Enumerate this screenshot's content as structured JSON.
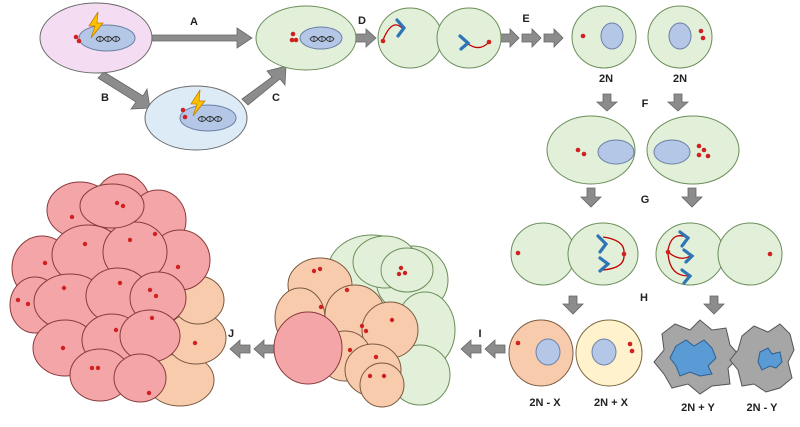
{
  "step_labels": {
    "a": "A",
    "b": "B",
    "c": "C",
    "d": "D",
    "e": "E",
    "f": "F",
    "g": "G",
    "h": "H",
    "i": "I",
    "j": "J"
  },
  "ploidy_labels": {
    "daughter_left": "2N",
    "daughter_right": "2N",
    "minus_x": "2N - X",
    "plus_x": "2N + X",
    "plus_y": "2N + Y",
    "minus_y": "2N - Y"
  },
  "colors": {
    "normal_cell": "#e2f0d9",
    "normal_stroke": "#6b8e5a",
    "initial_cell": "#f4dcf2",
    "mutated_cell": "#ddebf7",
    "nucleus": "#b4c7e7",
    "centrosome": "#d02020",
    "chromosome": "#2e75b6",
    "spindle": "#c00000",
    "arrow": "#8c8c8c",
    "orange_cell": "#f8cbad",
    "yellow_cell": "#fff2cc",
    "red_cell": "#f4a5a8",
    "dead_cell": "#8c8c8c"
  }
}
